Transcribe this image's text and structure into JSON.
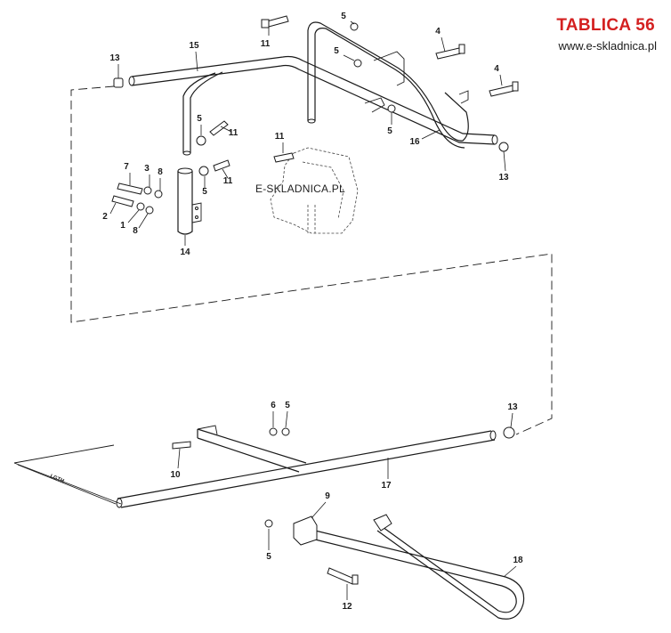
{
  "header": {
    "title": "TABLICA 56",
    "website": "www.e-skladnica.pl"
  },
  "watermark": "E-SKLADNICA.PL",
  "length_label": "LGTH",
  "parts": [
    {
      "id": "callout-15-a",
      "num": "15"
    },
    {
      "id": "callout-13-a",
      "num": "13"
    },
    {
      "id": "callout-11-a",
      "num": "11"
    },
    {
      "id": "callout-5-a",
      "num": "5"
    },
    {
      "id": "callout-4-a",
      "num": "4"
    },
    {
      "id": "callout-5-b",
      "num": "5"
    },
    {
      "id": "callout-4-b",
      "num": "4"
    },
    {
      "id": "callout-5-c",
      "num": "5"
    },
    {
      "id": "callout-11-b",
      "num": "11"
    },
    {
      "id": "callout-16",
      "num": "16"
    },
    {
      "id": "callout-13-b",
      "num": "13"
    },
    {
      "id": "callout-11-c",
      "num": "11"
    },
    {
      "id": "callout-5-d",
      "num": "5"
    },
    {
      "id": "callout-7",
      "num": "7"
    },
    {
      "id": "callout-3",
      "num": "3"
    },
    {
      "id": "callout-8-a",
      "num": "8"
    },
    {
      "id": "callout-11-d",
      "num": "11"
    },
    {
      "id": "callout-5-e",
      "num": "5"
    },
    {
      "id": "callout-2",
      "num": "2"
    },
    {
      "id": "callout-1",
      "num": "1"
    },
    {
      "id": "callout-8-b",
      "num": "8"
    },
    {
      "id": "callout-14",
      "num": "14"
    },
    {
      "id": "callout-6",
      "num": "6"
    },
    {
      "id": "callout-5-f",
      "num": "5"
    },
    {
      "id": "callout-13-c",
      "num": "13"
    },
    {
      "id": "callout-10",
      "num": "10"
    },
    {
      "id": "callout-17",
      "num": "17"
    },
    {
      "id": "callout-9",
      "num": "9"
    },
    {
      "id": "callout-5-g",
      "num": "5"
    },
    {
      "id": "callout-18",
      "num": "18"
    },
    {
      "id": "callout-12",
      "num": "12"
    }
  ]
}
